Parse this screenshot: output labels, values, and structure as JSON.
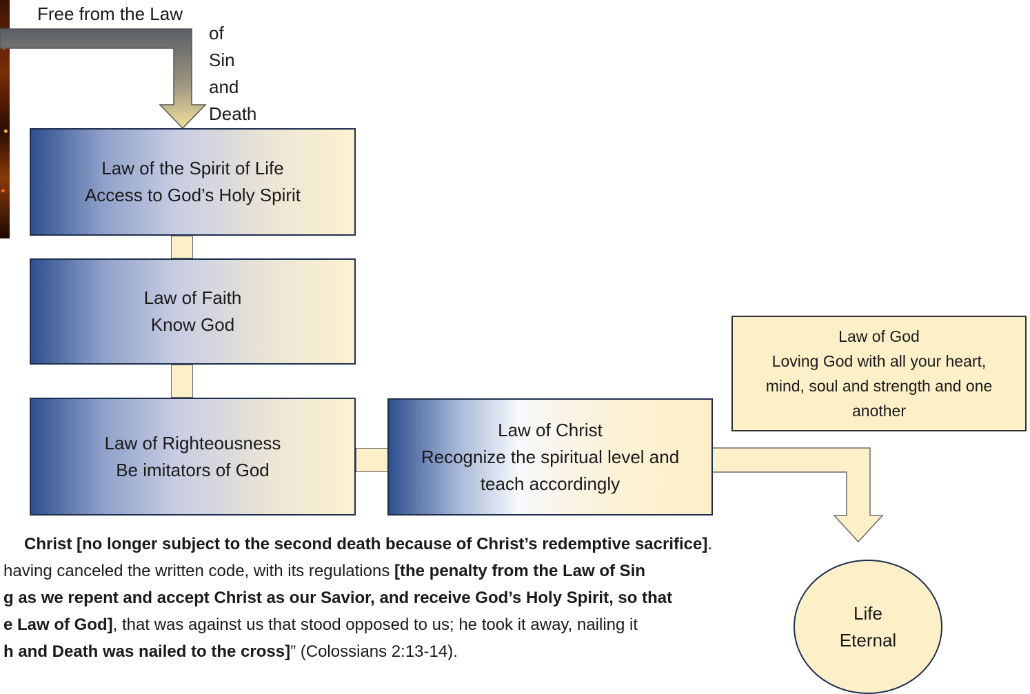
{
  "top_label": {
    "free": "Free from the Law",
    "of_words": [
      "of",
      "Sin",
      "and",
      "Death"
    ]
  },
  "boxes": {
    "spirit": {
      "title": "Law of the Spirit of Life",
      "subtitle": "Access to God’s Holy Spirit"
    },
    "faith": {
      "title": "Law of Faith",
      "subtitle": "Know God"
    },
    "righteousness": {
      "title": "Law of Righteousness",
      "subtitle": "Be imitators of God"
    },
    "christ": {
      "title": "Law of Christ",
      "subtitle_1": "Recognize the spiritual level and",
      "subtitle_2": "teach accordingly"
    },
    "god": {
      "title": "Law of God",
      "line_1": "Loving God with all your heart,",
      "line_2": "mind, soul and strength and one",
      "line_3": "another"
    }
  },
  "result": {
    "line_1": "Life",
    "line_2": "Eternal"
  },
  "quote": {
    "l1_bold": "Christ [no longer subject to the second death because of Christ’s redemptive sacrifice]",
    "l1_tail": ".",
    "l2_plain": "having canceled the written code, with its regulations ",
    "l2_bold": "[the penalty from the Law of Sin",
    "l3_bold": "g as we repent and accept Christ as our Savior, and receive God’s Holy Spirit, so that",
    "l4_bold": "e Law of God]",
    "l4_plain": ", that was against us that stood opposed to us; he took it away, nailing it",
    "l5_bold": "h and Death was nailed to the cross]",
    "l5_plain": "” (Colossians 2:13-14)."
  },
  "colors": {
    "navy": "#2e4f8f",
    "cream": "#fdf0c8",
    "border": "#1f2f4f",
    "arrow_gray": "#5a5e66",
    "arrow_gold": "#f2df9a"
  }
}
